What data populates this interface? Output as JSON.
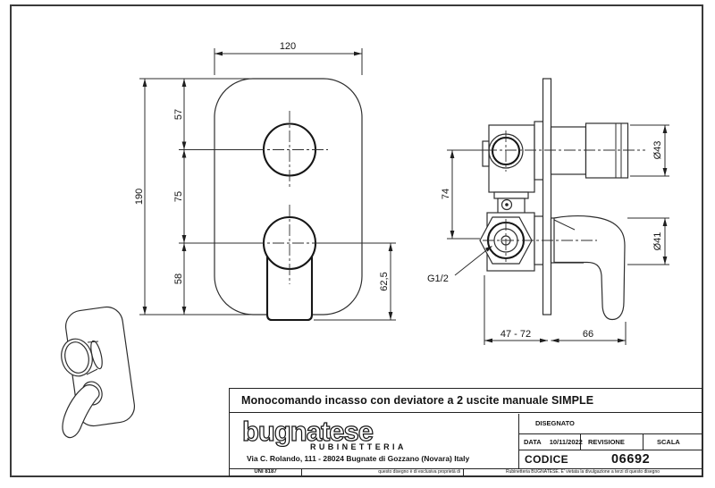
{
  "drawing": {
    "front_view": {
      "width": "120",
      "top_offset": "57",
      "center_distance": "75",
      "bottom_offset": "58",
      "height": "190",
      "handle_drop": "62,5"
    },
    "side_view": {
      "port_distance": "74",
      "knob_diameter": "Ø43",
      "handle_diameter": "Ø41",
      "thread_label": "G1/2",
      "recess_depth": "47 - 72",
      "protrusion": "66"
    }
  },
  "title_block": {
    "description": "Monocomando incasso con deviatore a 2 uscite manuale SIMPLE",
    "brand": {
      "logo": "bugnatese",
      "division": "RUBINETTERIA",
      "address": "Via C. Rolando, 111 - 28024 Bugnate di Gozzano (Novara) Italy"
    },
    "fields": {
      "disegnato_label": "DISEGNATO",
      "data_label": "DATA",
      "data_value": "10/11/2022",
      "revisione_label": "REVISIONE",
      "scala_label": "SCALA",
      "codice_label": "CODICE",
      "codice_value": "06692"
    }
  },
  "footer": {
    "standard": "UNI 8187",
    "note_left": "questo disegno è di esclusiva proprietà di",
    "note_right": "Rubinetteria BUGNATESE. E' vietata la divulgazione a terzi di questo disegno"
  }
}
